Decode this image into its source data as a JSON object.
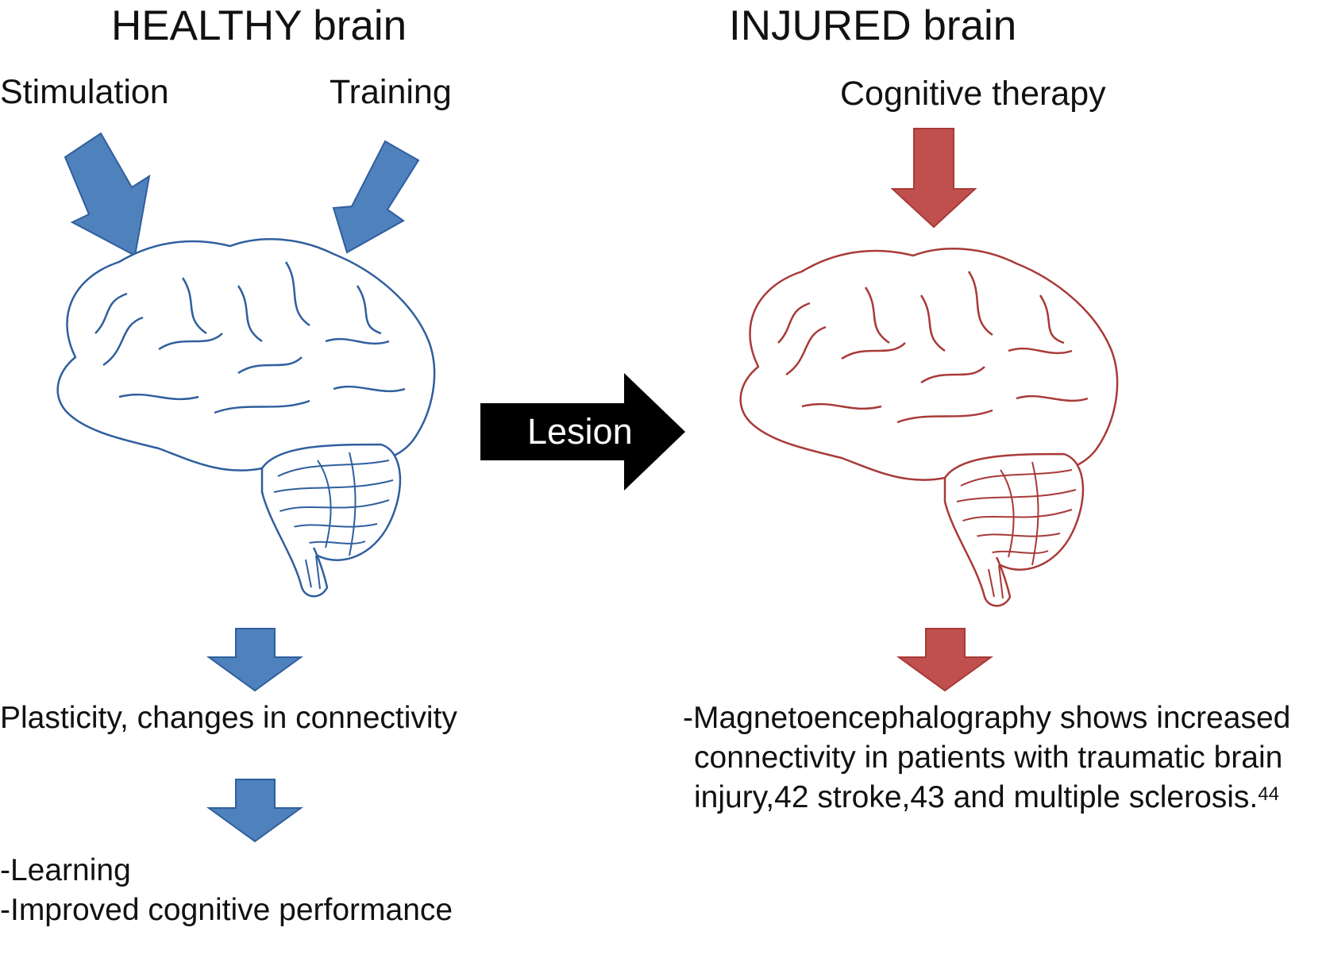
{
  "healthy": {
    "title": "HEALTHY brain",
    "inputs": [
      "Stimulation",
      "Training"
    ],
    "outcome1": "Plasticity, changes in connectivity",
    "outcome2": [
      "-Learning",
      "-Improved cognitive performance"
    ]
  },
  "injured": {
    "title": "INJURED brain",
    "input": "Cognitive therapy",
    "outcome": {
      "lines": [
        "-Magnetoencephalography shows increased",
        "connectivity in patients with traumatic brain",
        "injury,42 stroke,43 and multiple sclerosis."
      ],
      "ref": "44"
    }
  },
  "transition": {
    "label": "Lesion"
  },
  "colors": {
    "healthy": "#4f81bd",
    "healthy_outline": "#2f5f9e",
    "injured": "#c0504d",
    "injured_outline": "#a83a38",
    "lesion_arrow": "#000000"
  },
  "icons": [
    "brain-icon-healthy",
    "brain-icon-injured"
  ]
}
